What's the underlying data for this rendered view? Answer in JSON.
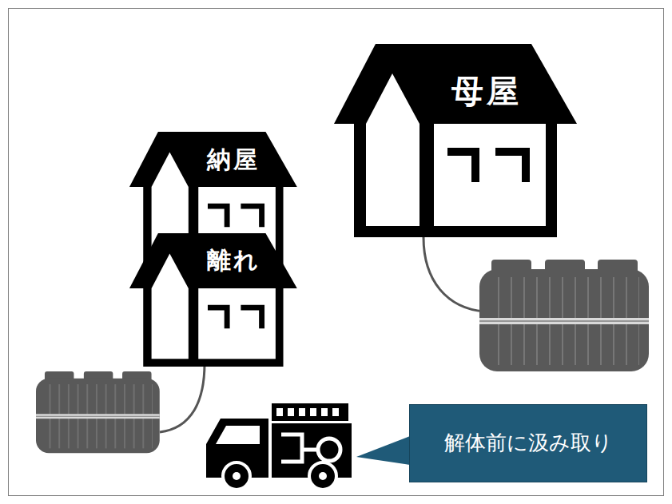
{
  "diagram": {
    "nodes": [
      {
        "text": [
          "母屋"
        ]
      },
      {
        "text": [
          "納屋"
        ]
      },
      {
        "text": [
          "離れ"
        ]
      },
      {
        "text": [
          "解体前に汲み取り"
        ]
      }
    ]
  }
}
